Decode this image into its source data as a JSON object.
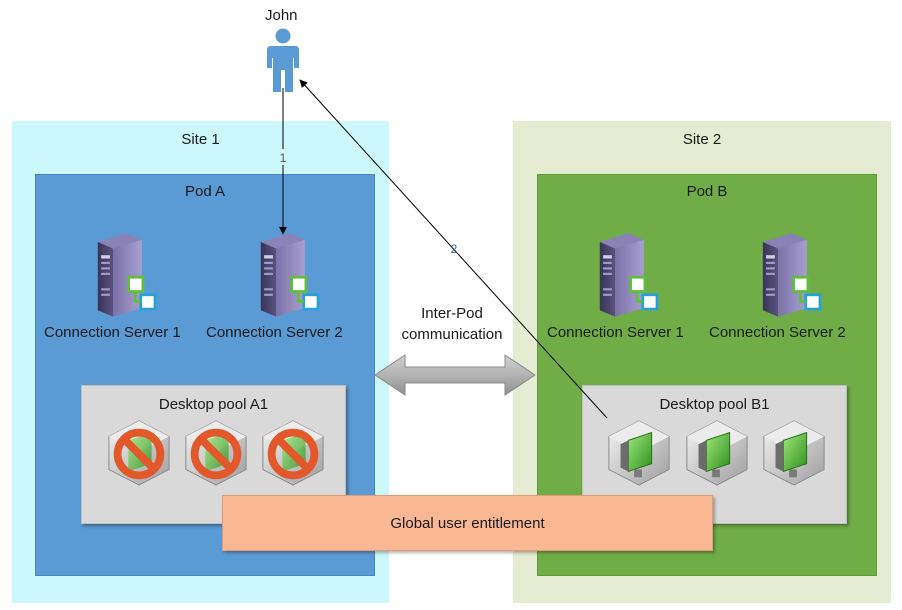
{
  "user": {
    "name": "John"
  },
  "sites": [
    {
      "label": "Site 1",
      "pod": {
        "label": "Pod A",
        "servers": [
          "Connection Server 1",
          "Connection Server 2"
        ],
        "pool": {
          "label": "Desktop pool A1",
          "desktop_state": "unavailable"
        }
      }
    },
    {
      "label": "Site 2",
      "pod": {
        "label": "Pod B",
        "servers": [
          "Connection Server 1",
          "Connection Server 2"
        ],
        "pool": {
          "label": "Desktop pool B1",
          "desktop_state": "available"
        }
      }
    }
  ],
  "inter_pod": {
    "line1": "Inter-Pod",
    "line2": "communication"
  },
  "entitlement": {
    "label": "Global user entitlement"
  },
  "arrows": {
    "step1": "1",
    "step2": "2"
  },
  "colors": {
    "site1_bg": "#ccf8fb",
    "site2_bg": "#e6ecd2",
    "podA_bg": "#5b9bd5",
    "podB_bg": "#70ad47",
    "entitlement_bg": "#f9b794",
    "user_icon": "#5b9bd5"
  },
  "icons": [
    "user-icon",
    "server-icon",
    "desktop-icon",
    "blocked-desktop-icon",
    "double-arrow-icon"
  ]
}
